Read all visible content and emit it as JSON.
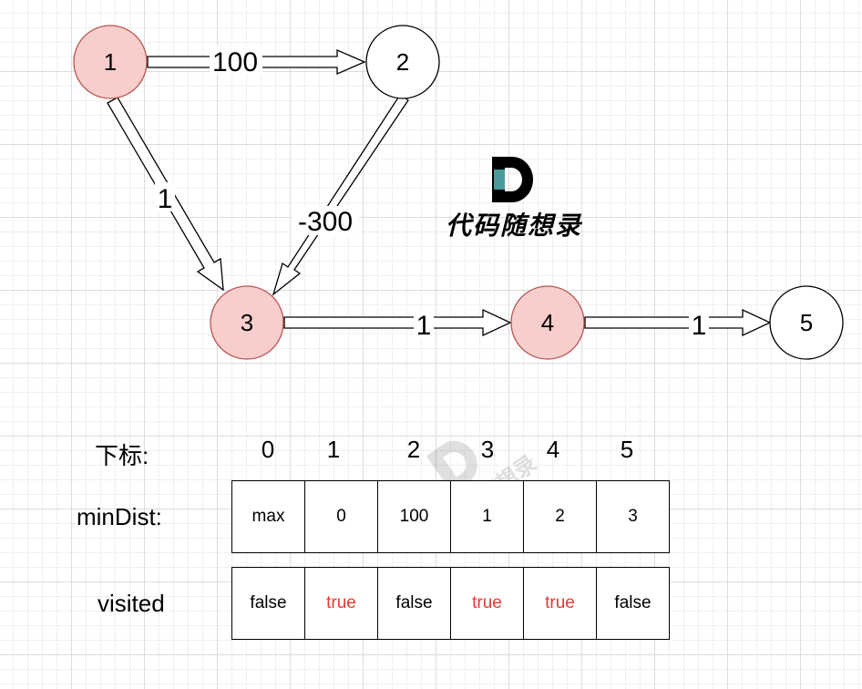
{
  "graph": {
    "nodes": [
      {
        "id": "1",
        "label": "1",
        "visited": true
      },
      {
        "id": "2",
        "label": "2",
        "visited": false
      },
      {
        "id": "3",
        "label": "3",
        "visited": true
      },
      {
        "id": "4",
        "label": "4",
        "visited": true
      },
      {
        "id": "5",
        "label": "5",
        "visited": false
      }
    ],
    "edges": [
      {
        "from": "1",
        "to": "2",
        "weight": "100"
      },
      {
        "from": "1",
        "to": "3",
        "weight": "1"
      },
      {
        "from": "2",
        "to": "3",
        "weight": "-300"
      },
      {
        "from": "3",
        "to": "4",
        "weight": "1"
      },
      {
        "from": "4",
        "to": "5",
        "weight": "1"
      }
    ]
  },
  "logo": {
    "text": "代码随想录"
  },
  "watermark": {
    "text": "代码随想录"
  },
  "colors": {
    "visited_fill": "#f8cecc",
    "visited_stroke": "#b85450",
    "unvisited_fill": "#ffffff",
    "node_stroke": "#000000",
    "true_text": "#e53935",
    "logo_teal": "#4a9b9b"
  },
  "table": {
    "index_label": "下标:",
    "indices": [
      "0",
      "1",
      "2",
      "3",
      "4",
      "5"
    ],
    "mindist_label": "minDist:",
    "mindist": [
      "max",
      "0",
      "100",
      "1",
      "2",
      "3"
    ],
    "visited_label": "visited",
    "visited": [
      "false",
      "true",
      "false",
      "true",
      "true",
      "false"
    ]
  }
}
